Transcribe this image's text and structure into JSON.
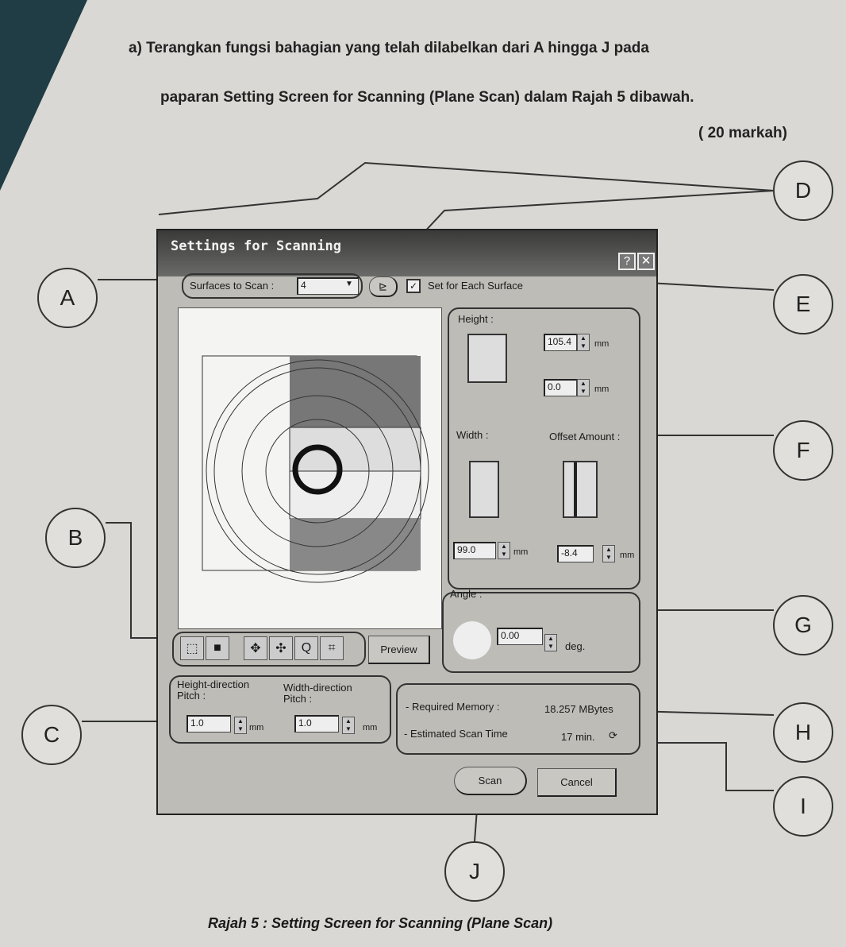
{
  "question": {
    "line1": "a)  Terangkan fungsi bahagian yang telah dilabelkan dari A  hingga J pada",
    "line2": "paparan Setting Screen for Scanning (Plane Scan) dalam Rajah 5 dibawah.",
    "marks": "( 20 markah)"
  },
  "labels": [
    "A",
    "B",
    "C",
    "D",
    "E",
    "F",
    "G",
    "H",
    "I",
    "J"
  ],
  "dialog": {
    "title": "Settings for Scanning",
    "help": "?",
    "close": "✕",
    "surfaces_label": "Surfaces to Scan :",
    "surfaces_value": "4",
    "set_each_label": "Set for Each Surface",
    "height_label": "Height :",
    "height_value": "105.4",
    "height_offset_value": "0.0",
    "unit_mm": "mm",
    "width_label": "Width :",
    "offset_label": "Offset Amount :",
    "width_value": "99.0",
    "offset_value": "-8.4",
    "angle_label": "Angle :",
    "angle_value": "0.00",
    "unit_deg": "deg.",
    "preview_button": "Preview",
    "hpitch_label": "Height-direction Pitch :",
    "wpitch_label": "Width-direction Pitch :",
    "hpitch_value": "1.0",
    "wpitch_value": "1.0",
    "memory_label": "- Required Memory :",
    "memory_value": "18.257 MBytes",
    "time_label": "- Estimated Scan Time",
    "time_value": "17 min.",
    "scan_button": "Scan",
    "cancel_button": "Cancel"
  },
  "caption": "Rajah 5 : Setting Screen for Scanning (Plane Scan)"
}
